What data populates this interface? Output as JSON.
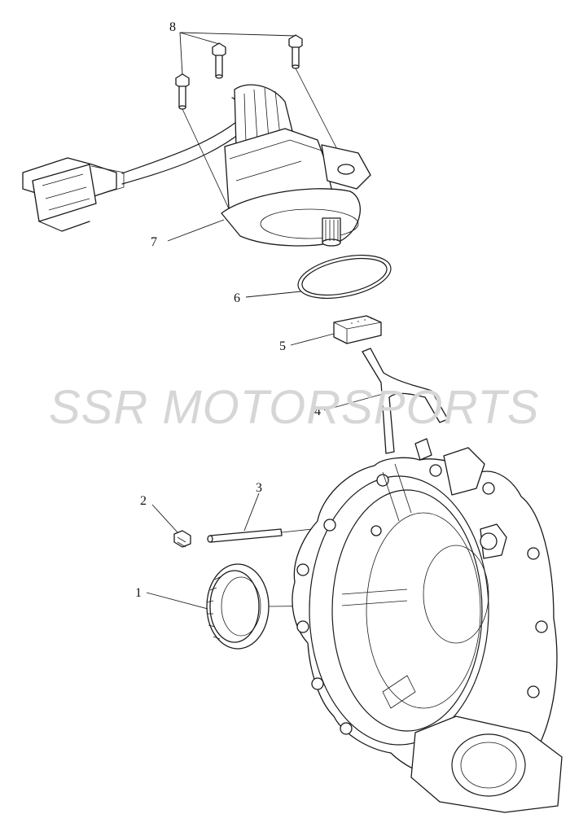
{
  "watermark": "SSR MOTORSPORTS",
  "callouts": [
    {
      "id": "1",
      "label": "1"
    },
    {
      "id": "2",
      "label": "2"
    },
    {
      "id": "3",
      "label": "3"
    },
    {
      "id": "4",
      "label": "4"
    },
    {
      "id": "5",
      "label": "5"
    },
    {
      "id": "6",
      "label": "6"
    },
    {
      "id": "7",
      "label": "7"
    },
    {
      "id": "8",
      "label": "8"
    }
  ]
}
